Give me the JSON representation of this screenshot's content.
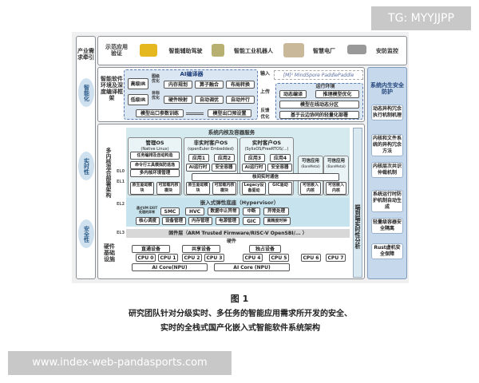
{
  "watermark_top": "TG: MYYJJPP",
  "watermark_bottom": "www.index-web-pandasports.com",
  "left_axis": {
    "demand": "产业需求牵引",
    "intelligence": "智能化",
    "realtime": "实时性",
    "security": "安全性"
  },
  "demo": {
    "label": "示范应用验证",
    "apps": [
      "智能辅助驾驶",
      "智能工业机器人",
      "智慧电厂",
      "安防监控"
    ]
  },
  "ai": {
    "label": "智能软件环境及深度编译框架",
    "compiler_title": "AI编译器",
    "high_ir": "高级IR",
    "low_ir": "低级IR",
    "graph_opt": "图级优化",
    "target_opt": "目标优化",
    "row1": [
      "内存规划",
      "算子融合",
      "布局转换"
    ],
    "row2": [
      "硬件映射",
      "自动调优",
      "自动并行"
    ],
    "train": "模型出口参数训练",
    "preset": "模型出口预设置",
    "input": "输入",
    "upload": "上传",
    "feedback": "反馈优化",
    "frameworks": "[M]¹ MindSpore  PaddlePaddle",
    "runtime_title": "运行环境",
    "dynamic": "动态编译",
    "infer_opt": "推理模型优化",
    "partition": "模型在线动态分区",
    "deploy": "基于云边协同的轻量化部署"
  },
  "kernel": {
    "label": "多内核混合部署架构",
    "services": "系统内核及容器服务",
    "mgmt_os": "管理OS",
    "mgmt_sub": "(Native Linux)",
    "mgmt_items": [
      "任务编排及自动构造",
      "命令行工具模拟防逃逸",
      "多内核环境管理"
    ],
    "nrt_os": "非实时客户OS",
    "nrt_sub": "(openEuler Embedded)",
    "rt_os": "实时客户OS",
    "rt_sub": "(SylixOS/FreeRTOS/...)",
    "apps": [
      "应用1",
      "应用2",
      "应用3",
      "应用4"
    ],
    "ai_runtime": "AI运行时",
    "container": "安全容器",
    "trusted_app": "可信应用",
    "baremetal": "(BareMetal)",
    "ipc": "核间实时通信",
    "drivers": [
      "原生驱动模块",
      "可加载内核模块",
      "原生驱动模块",
      "可加载内核模块",
      "Legacy设备驱动",
      "GIC驱动"
    ],
    "trusted_kernel": "可信嵌入内核",
    "el": [
      "EL0",
      "EL1",
      "EL2",
      "EL3"
    ],
    "hypervisor": "嵌入式弹性底座（Hypervisor）",
    "vmexit": "通过VM EXIT处理的异常",
    "hv_row1": [
      "SMC",
      "HVC",
      "数据中止异常",
      "中断",
      "异常处理"
    ],
    "hv_row2": [
      "核心调度",
      "设备管理",
      "内存管理",
      "电源管理",
      "GIC",
      "高精度时钟"
    ],
    "firmware": "固件层（ARM Trusted Firmware/RISC-V OpenSBI/... ）",
    "e2e": "端到端实时性分析"
  },
  "hw": {
    "label": "硬件基础设施",
    "title": "硬件",
    "groups": [
      "直通设备",
      "共享设备",
      "独占设备"
    ],
    "cpus": [
      "CPU 0",
      "CPU 1",
      "CPU 2",
      "CPU 3",
      "CPU 4",
      "CPU 5",
      "CPU 6",
      "CPU 7"
    ],
    "npu1": "AI Core(NPU)",
    "npu2": "AI Core (NPU)"
  },
  "security": {
    "title": "系统内生安全防护",
    "items": [
      "动态异构冗余执行机制机理",
      "内核和文件系统的异构冗余方法",
      "内核层次共识仲裁机制",
      "系统运行时防护机制自动生成",
      "轻量级容器安全隔离",
      "Rust虚机安全保障"
    ]
  },
  "caption": {
    "fig": "图 1",
    "line1": "研究团队针对分级实时、多任务的智能应用需求所开发的安全、",
    "line2": "实时的全栈式国产化嵌入式智能软件系统架构"
  }
}
